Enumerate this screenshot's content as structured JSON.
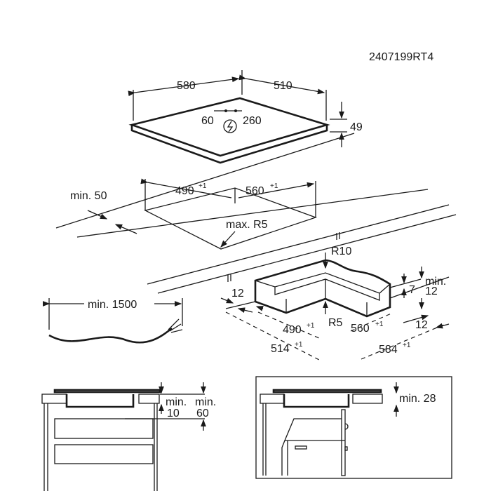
{
  "code": "2407199RT4",
  "hob": {
    "width": "580",
    "depth": "510",
    "height": "49",
    "conn_left": "60",
    "conn_right": "260",
    "icon": "power-connection-icon"
  },
  "cutout": {
    "width": "490",
    "depth": "560",
    "tol": "+1",
    "min_front": "min. 50",
    "radius": "max. R5"
  },
  "cable": {
    "length": "min. 1500"
  },
  "frame": {
    "r_top": "R10",
    "r_bottom": "R5",
    "side": "12",
    "h": "7",
    "min_label": "min.",
    "min_val": "12",
    "right": "12",
    "inner_w": "490",
    "inner_d": "560",
    "outer_w": "514",
    "outer_d": "584",
    "tol": "+1"
  },
  "section_left": {
    "min1_label": "min.",
    "min1_val": "10",
    "min2_label": "min.",
    "min2_val": "60"
  },
  "section_right": {
    "min_label": "min. 28"
  }
}
